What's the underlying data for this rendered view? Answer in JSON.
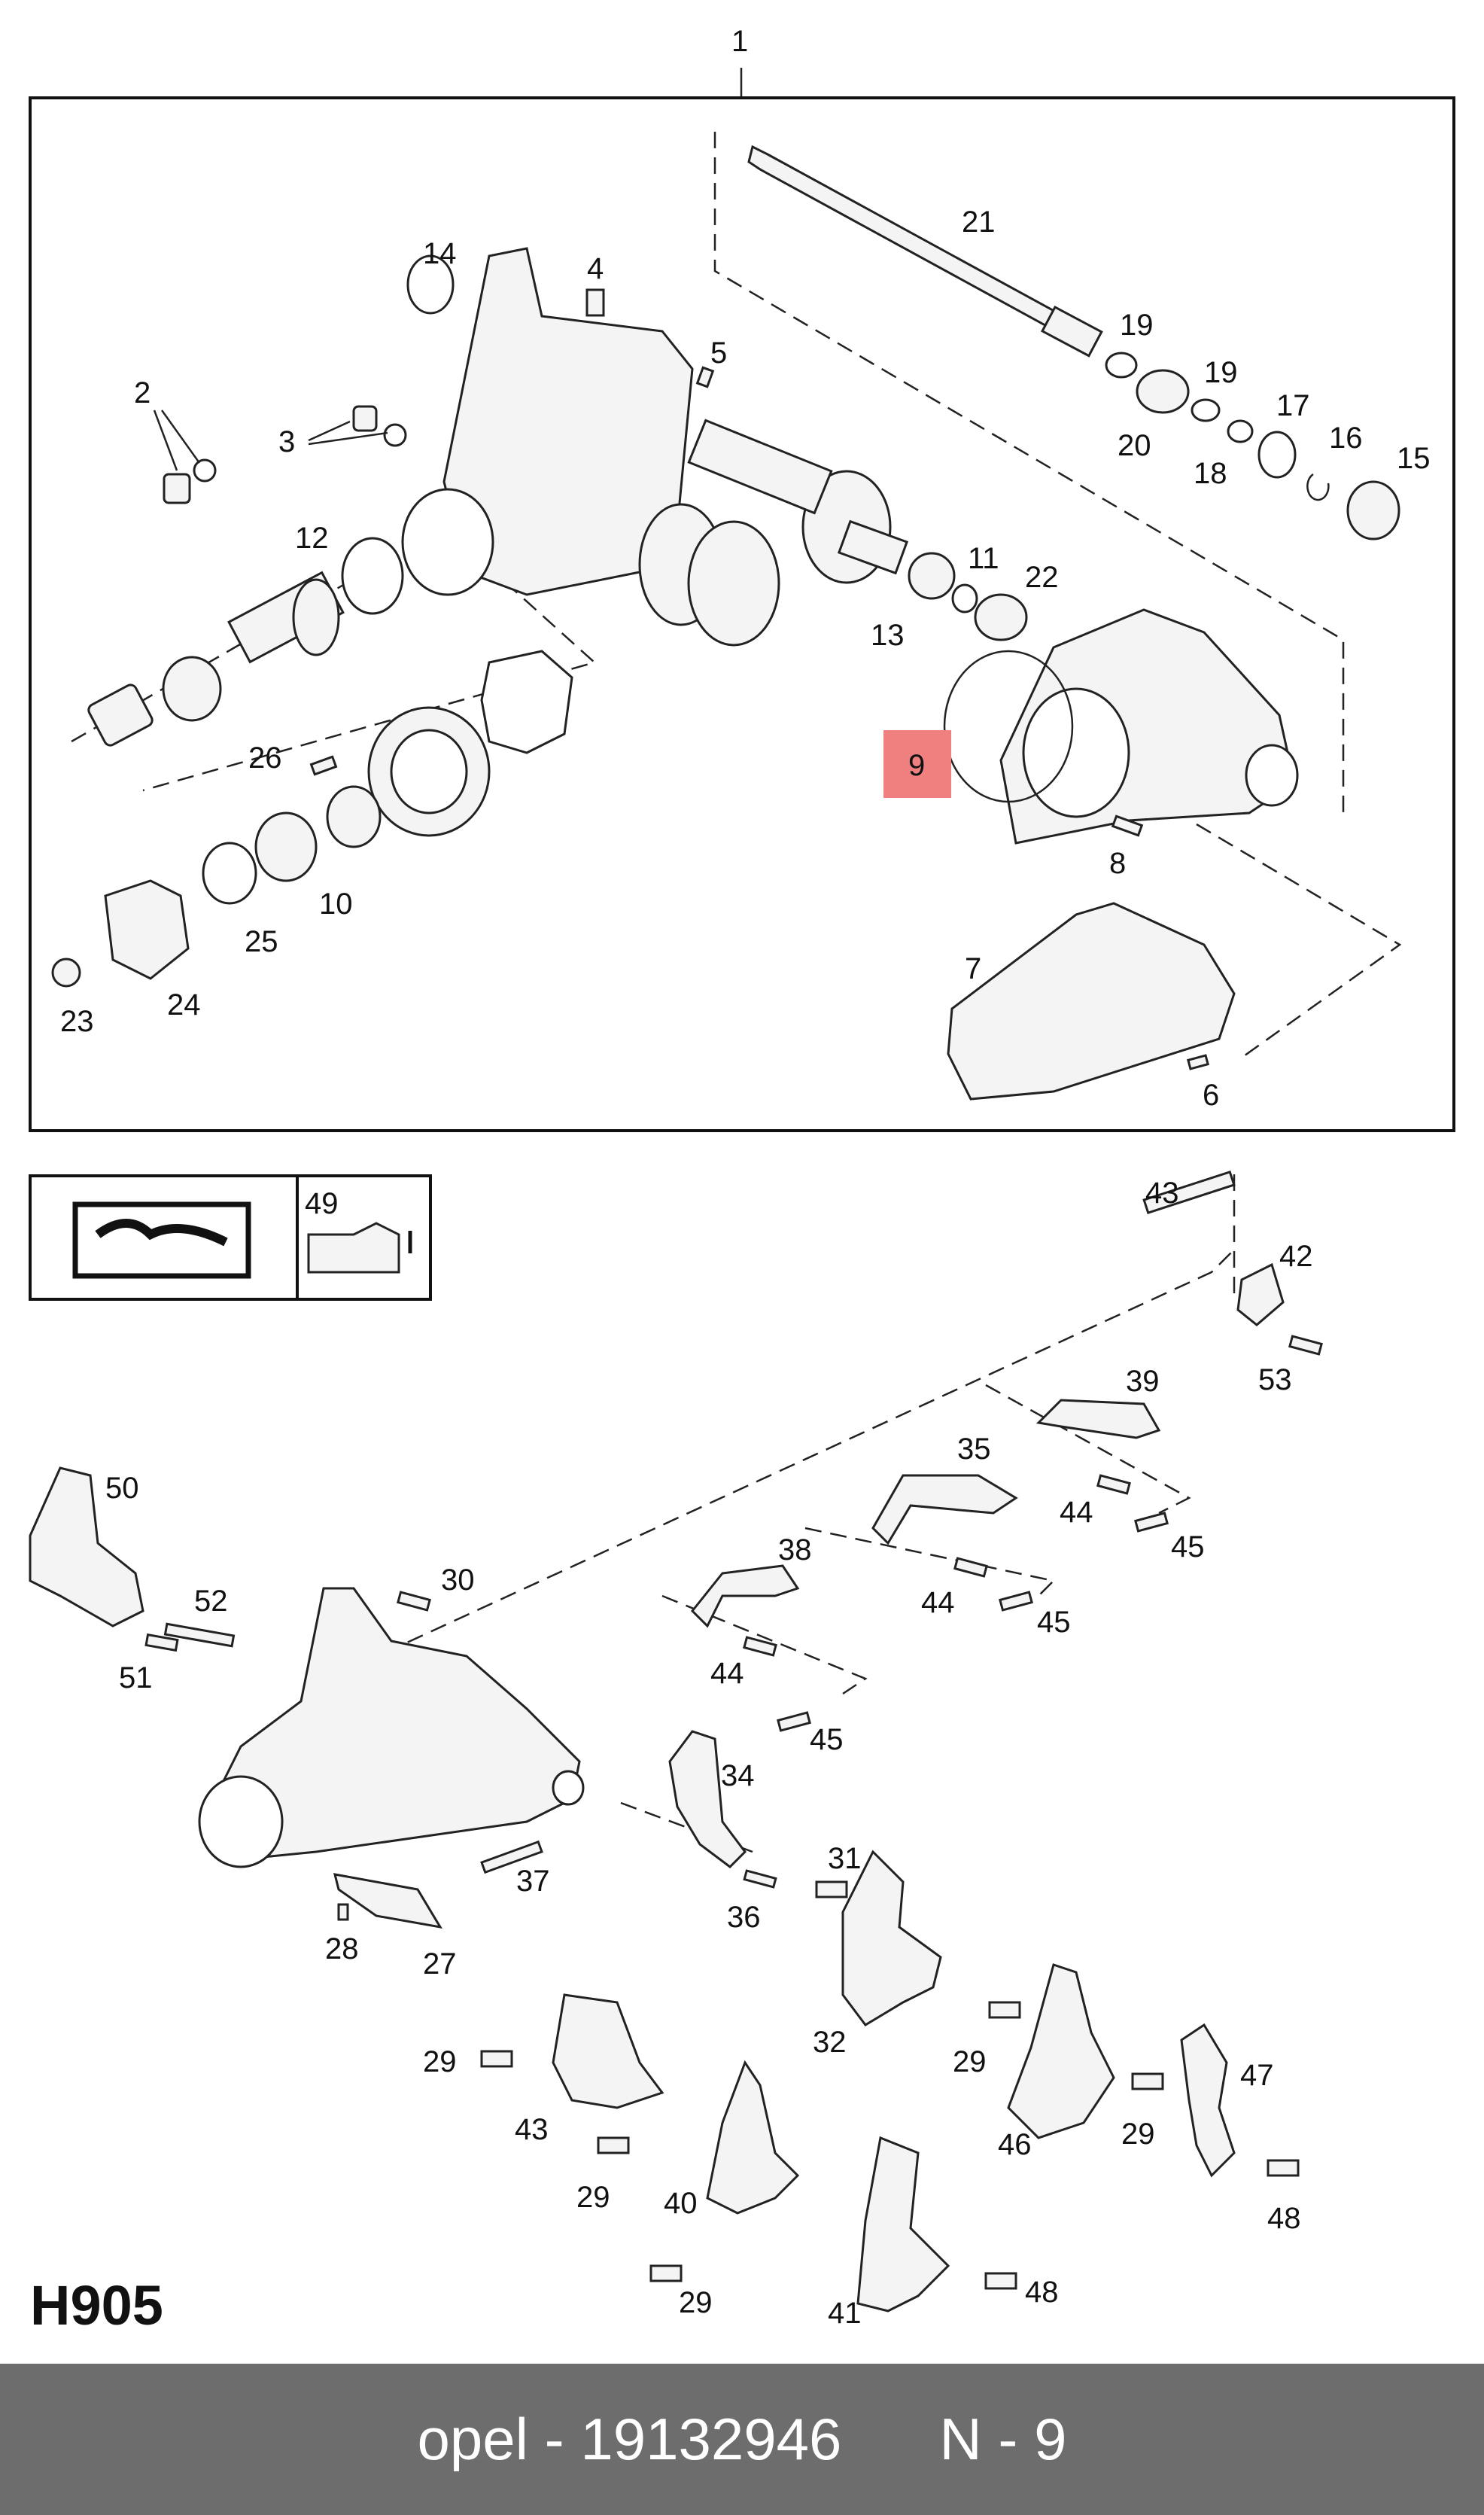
{
  "diagram_code": "H905",
  "footer": {
    "brand": "opel",
    "separator": " - ",
    "part_number": "19132946",
    "position_label": "N - 9"
  },
  "highlight": {
    "label": "9",
    "color": "#f08080"
  },
  "top_labels": [
    "1",
    "21",
    "14",
    "4",
    "19",
    "5",
    "2",
    "20",
    "19",
    "17",
    "18",
    "16",
    "15",
    "3",
    "12",
    "11",
    "22",
    "13",
    "26",
    "8",
    "10",
    "25",
    "23",
    "24",
    "7",
    "6"
  ],
  "legend": {
    "label": "49"
  },
  "bottom_labels": [
    "43",
    "42",
    "53",
    "39",
    "50",
    "35",
    "44",
    "45",
    "38",
    "30",
    "52",
    "44",
    "45",
    "51",
    "44",
    "45",
    "34",
    "37",
    "31",
    "36",
    "28",
    "27",
    "32",
    "29",
    "29",
    "43",
    "46",
    "29",
    "47",
    "29",
    "40",
    "48",
    "29",
    "41",
    "48"
  ]
}
